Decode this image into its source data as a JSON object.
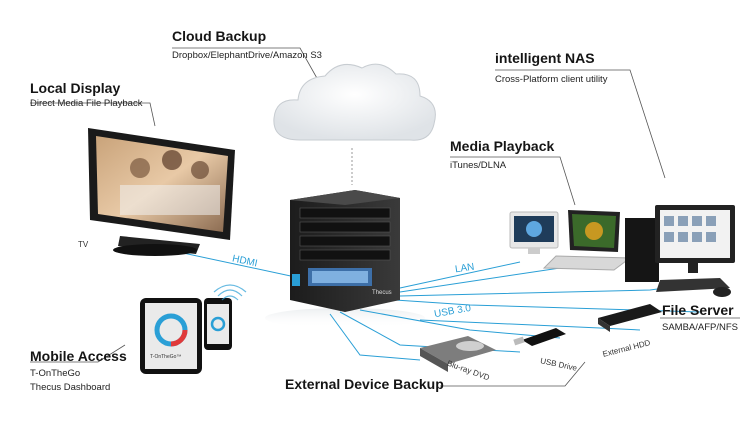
{
  "labels": {
    "cloud_backup": {
      "title": "Cloud Backup",
      "sub": "Dropbox/ElephantDrive/Amazon S3"
    },
    "local_display": {
      "title": "Local Display",
      "sub": "Direct Media File Playback"
    },
    "intelligent_nas": {
      "title": "intelligent NAS",
      "sub": "Cross-Platform client utility"
    },
    "media_playback": {
      "title": "Media Playback",
      "sub": "iTunes/DLNA"
    },
    "mobile_access": {
      "title": "Mobile Access",
      "sub1": "T-OnTheGo",
      "sub2": "Thecus Dashboard"
    },
    "file_server": {
      "title": "File Server",
      "sub": "SAMBA/AFP/NFS"
    },
    "external_backup": {
      "title": "External Device Backup"
    }
  },
  "links": {
    "hdmi": "HDMI",
    "lan": "LAN",
    "usb": "USB 3.0"
  },
  "devices": {
    "tv": "TV",
    "bluray": "Blu-ray DVD",
    "usb_drive": "USB Drive",
    "external_hdd": "External HDD",
    "nas_brand": "Thecus",
    "tablet_app": "T-OnTheGo™"
  },
  "colors": {
    "link": "#2a9fd6",
    "text": "#151515",
    "pointer": "#555555"
  }
}
